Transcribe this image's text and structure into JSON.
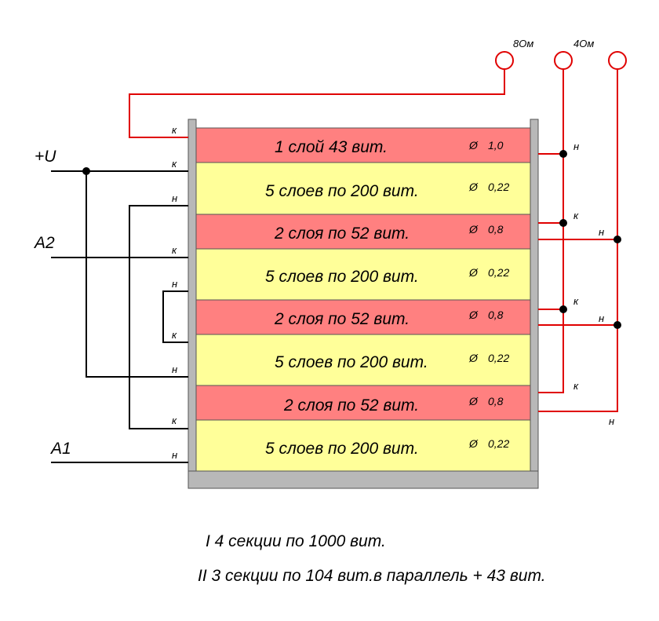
{
  "colors": {
    "red_layer": "#ff8080",
    "yellow_layer": "#ffff99",
    "bobbin": "#b8b8b8",
    "red_wire": "#e00000",
    "black_wire": "#000000"
  },
  "layers": [
    {
      "text": "1 слой 43 вит.",
      "diameter": "1,0",
      "color": "red"
    },
    {
      "text": "5 слоев по 200 вит.",
      "diameter": "0,22",
      "color": "yellow"
    },
    {
      "text": "2 слоя по 52 вит.",
      "diameter": "0,8",
      "color": "red"
    },
    {
      "text": "5 слоев по 200 вит.",
      "diameter": "0,22",
      "color": "yellow"
    },
    {
      "text": "2 слоя по 52 вит.",
      "diameter": "0,8",
      "color": "red"
    },
    {
      "text": "5 слоев по 200 вит.",
      "diameter": "0,22",
      "color": "yellow"
    },
    {
      "text": "2 слоя по 52 вит.",
      "diameter": "0,8",
      "color": "red"
    },
    {
      "text": "5 слоев по 200 вит.",
      "diameter": "0,22",
      "color": "yellow"
    }
  ],
  "diameter_symbol": "Ø",
  "left_terminal_labels": [
    "к",
    "к",
    "н",
    "к",
    "н",
    "к",
    "н",
    "к",
    "н"
  ],
  "right_terminal_labels": [
    "н",
    "к",
    "н",
    "к",
    "н",
    "к",
    "н"
  ],
  "inputs": {
    "plus_u": "+U",
    "a2": "A2",
    "a1": "A1"
  },
  "outputs": {
    "ohm8": "8Ом",
    "ohm4": "4Ом"
  },
  "notes": {
    "line1": "I  4 секции по 1000 вит.",
    "line2": "II  3 секции по 104 вит.в параллель + 43 вит."
  }
}
